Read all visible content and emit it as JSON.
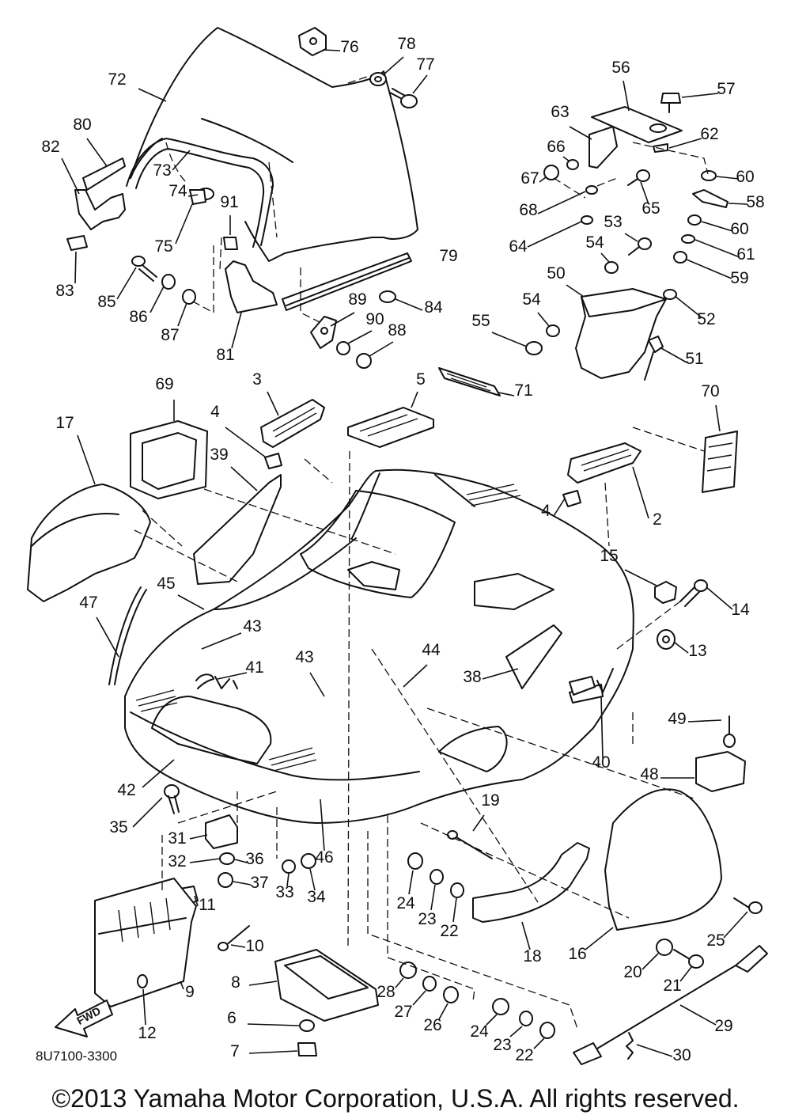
{
  "diagram": {
    "drawing_code": "8U7100-3300",
    "fwd_arrow_label": "FWD",
    "copyright": "©2013 Yamaha Motor Corporation, U.S.A. All rights reserved.",
    "callouts": [
      {
        "id": "72",
        "label": "72"
      },
      {
        "id": "76",
        "label": "76"
      },
      {
        "id": "78",
        "label": "78"
      },
      {
        "id": "77",
        "label": "77"
      },
      {
        "id": "80",
        "label": "80"
      },
      {
        "id": "82",
        "label": "82"
      },
      {
        "id": "73",
        "label": "73"
      },
      {
        "id": "74",
        "label": "74"
      },
      {
        "id": "91",
        "label": "91"
      },
      {
        "id": "75",
        "label": "75"
      },
      {
        "id": "83",
        "label": "83"
      },
      {
        "id": "85",
        "label": "85"
      },
      {
        "id": "86",
        "label": "86"
      },
      {
        "id": "87",
        "label": "87"
      },
      {
        "id": "81",
        "label": "81"
      },
      {
        "id": "89",
        "label": "89"
      },
      {
        "id": "90",
        "label": "90"
      },
      {
        "id": "88",
        "label": "88"
      },
      {
        "id": "79",
        "label": "79"
      },
      {
        "id": "84",
        "label": "84"
      },
      {
        "id": "56",
        "label": "56"
      },
      {
        "id": "57",
        "label": "57"
      },
      {
        "id": "63",
        "label": "63"
      },
      {
        "id": "62",
        "label": "62"
      },
      {
        "id": "66",
        "label": "66"
      },
      {
        "id": "67",
        "label": "67"
      },
      {
        "id": "60a",
        "label": "60"
      },
      {
        "id": "58",
        "label": "58"
      },
      {
        "id": "65",
        "label": "65"
      },
      {
        "id": "68",
        "label": "68"
      },
      {
        "id": "60b",
        "label": "60"
      },
      {
        "id": "53",
        "label": "53"
      },
      {
        "id": "64",
        "label": "64"
      },
      {
        "id": "61",
        "label": "61"
      },
      {
        "id": "54a",
        "label": "54"
      },
      {
        "id": "59",
        "label": "59"
      },
      {
        "id": "50",
        "label": "50"
      },
      {
        "id": "52",
        "label": "52"
      },
      {
        "id": "54b",
        "label": "54"
      },
      {
        "id": "55",
        "label": "55"
      },
      {
        "id": "51",
        "label": "51"
      },
      {
        "id": "71",
        "label": "71"
      },
      {
        "id": "3",
        "label": "3"
      },
      {
        "id": "5",
        "label": "5"
      },
      {
        "id": "69",
        "label": "69"
      },
      {
        "id": "70",
        "label": "70"
      },
      {
        "id": "17",
        "label": "17"
      },
      {
        "id": "4a",
        "label": "4"
      },
      {
        "id": "39",
        "label": "39"
      },
      {
        "id": "4b",
        "label": "4"
      },
      {
        "id": "2",
        "label": "2"
      },
      {
        "id": "15",
        "label": "15"
      },
      {
        "id": "14",
        "label": "14"
      },
      {
        "id": "45",
        "label": "45"
      },
      {
        "id": "47",
        "label": "47"
      },
      {
        "id": "43a",
        "label": "43"
      },
      {
        "id": "13",
        "label": "13"
      },
      {
        "id": "41",
        "label": "41"
      },
      {
        "id": "43b",
        "label": "43"
      },
      {
        "id": "44",
        "label": "44"
      },
      {
        "id": "38",
        "label": "38"
      },
      {
        "id": "49",
        "label": "49"
      },
      {
        "id": "40",
        "label": "40"
      },
      {
        "id": "48",
        "label": "48"
      },
      {
        "id": "42",
        "label": "42"
      },
      {
        "id": "35",
        "label": "35"
      },
      {
        "id": "19",
        "label": "19"
      },
      {
        "id": "31",
        "label": "31"
      },
      {
        "id": "32",
        "label": "32"
      },
      {
        "id": "36",
        "label": "36"
      },
      {
        "id": "46",
        "label": "46"
      },
      {
        "id": "37",
        "label": "37"
      },
      {
        "id": "33",
        "label": "33"
      },
      {
        "id": "34",
        "label": "34"
      },
      {
        "id": "24a",
        "label": "24"
      },
      {
        "id": "23a",
        "label": "23"
      },
      {
        "id": "22a",
        "label": "22"
      },
      {
        "id": "11",
        "label": "11"
      },
      {
        "id": "10",
        "label": "10"
      },
      {
        "id": "18",
        "label": "18"
      },
      {
        "id": "16",
        "label": "16"
      },
      {
        "id": "25",
        "label": "25"
      },
      {
        "id": "20",
        "label": "20"
      },
      {
        "id": "21",
        "label": "21"
      },
      {
        "id": "9",
        "label": "9"
      },
      {
        "id": "12",
        "label": "12"
      },
      {
        "id": "8",
        "label": "8"
      },
      {
        "id": "28",
        "label": "28"
      },
      {
        "id": "27",
        "label": "27"
      },
      {
        "id": "26",
        "label": "26"
      },
      {
        "id": "24b",
        "label": "24"
      },
      {
        "id": "23b",
        "label": "23"
      },
      {
        "id": "22b",
        "label": "22"
      },
      {
        "id": "29",
        "label": "29"
      },
      {
        "id": "6",
        "label": "6"
      },
      {
        "id": "30",
        "label": "30"
      },
      {
        "id": "7",
        "label": "7"
      }
    ]
  }
}
